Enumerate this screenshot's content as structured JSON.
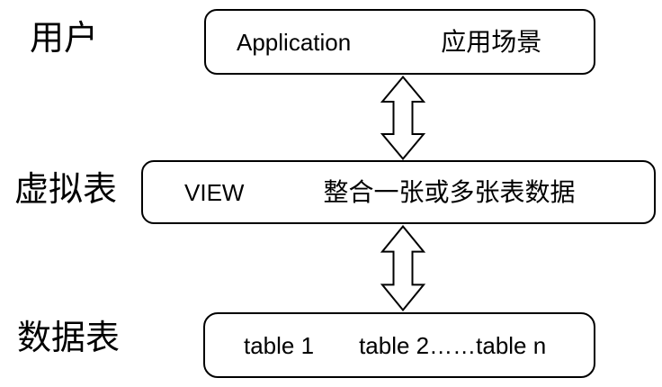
{
  "diagram": {
    "layers": [
      {
        "side_label": "用户",
        "box_text_left": "Application",
        "box_text_right": "应用场景"
      },
      {
        "side_label": "虚拟表",
        "box_text_left": "VIEW",
        "box_text_right": "整合一张或多张表数据"
      },
      {
        "side_label": "数据表",
        "box_text_left": "table 1",
        "box_text_right": "table 2……table n"
      }
    ],
    "arrows": [
      {
        "icon": "double-headed-vertical-arrow",
        "between": "Application-VIEW"
      },
      {
        "icon": "double-headed-vertical-arrow",
        "between": "VIEW-tables"
      }
    ],
    "colors": {
      "background": "#ffffff",
      "border": "#000000",
      "text": "#000000",
      "arrow_fill": "#ffffff",
      "arrow_stroke": "#000000"
    }
  }
}
